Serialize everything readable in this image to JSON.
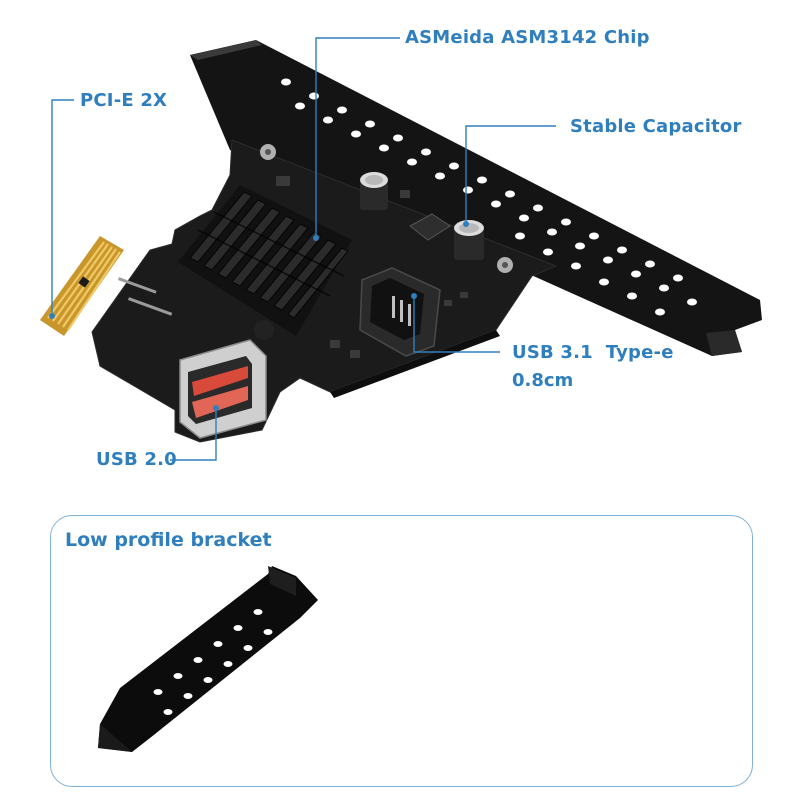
{
  "callouts": {
    "chip": "ASMeida ASM3142 Chip",
    "pcie": "PCI-E 2X",
    "capacitor": "Stable Capacitor",
    "usb31_line1": "USB 3.1  Type-e",
    "usb31_line2": "0.8cm",
    "usb20": "USB 2.0"
  },
  "panel": {
    "title": "Low profile bracket"
  },
  "colors": {
    "accent": "#2f7fbf",
    "panel_border": "#7fb3d9",
    "pcb": "#1b1b1b",
    "gold": "#d8a93a",
    "usb_red": "#d84a3a"
  }
}
